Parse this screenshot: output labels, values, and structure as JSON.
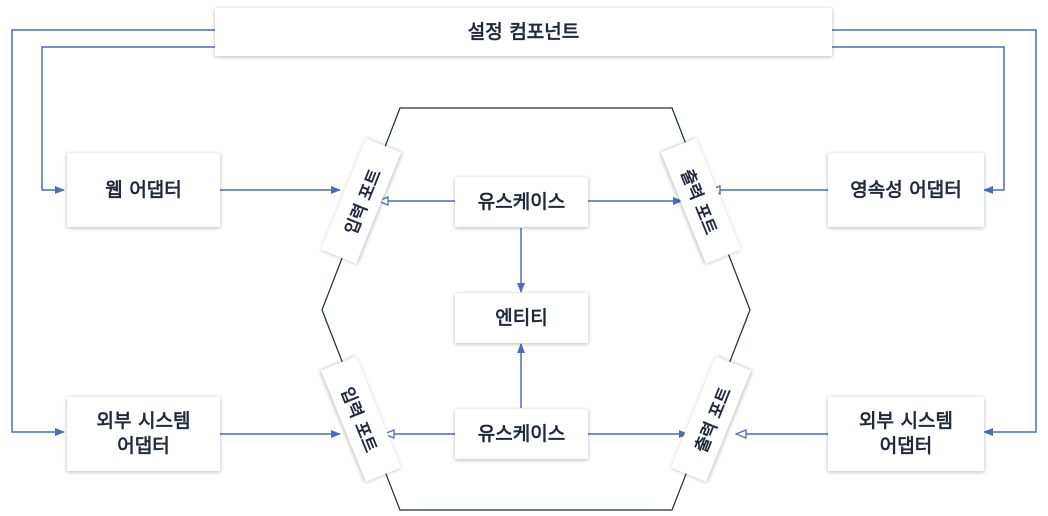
{
  "diagram": {
    "config_component": "설정 컴포넌트",
    "web_adapter": "웹 어댑터",
    "persistence_adapter": "영속성 어댑터",
    "external_adapter_left": "외부 시스템\n어댑터",
    "external_adapter_right": "외부 시스템\n어댑터",
    "usecase_top": "유스케이스",
    "usecase_bottom": "유스케이스",
    "entity": "엔티티",
    "input_port_top": "입력 포트",
    "input_port_bottom": "입력 포트",
    "output_port_top": "출력 포트",
    "output_port_bottom": "출력 포트"
  },
  "colors": {
    "connector": "#4a6fb8",
    "text": "#1f2a3a",
    "box_background": "#ffffff"
  }
}
